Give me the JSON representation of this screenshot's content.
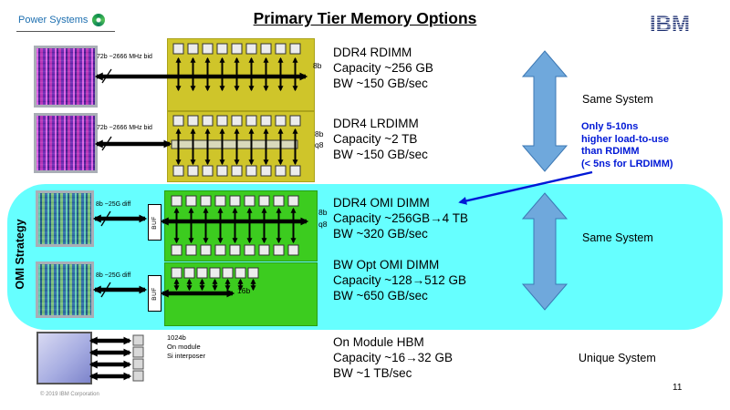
{
  "header": {
    "brand": "Power Systems",
    "title": "Primary Tier Memory Options",
    "ibm_logo_text": "IBM"
  },
  "omi": {
    "strategy_label": "OMI Strategy"
  },
  "rows": [
    {
      "name": "DDR4 RDIMM",
      "capacity": "Capacity ~256 GB",
      "bandwidth": "BW ~150 GB/sec",
      "link_label": "72b ~2666 MHz bid",
      "width_labels": [
        "8b"
      ]
    },
    {
      "name": "DDR4 LRDIMM",
      "capacity": "Capacity ~2 TB",
      "bandwidth": "BW ~150 GB/sec",
      "link_label": "72b ~2666 MHz bid",
      "width_labels": [
        "8b",
        "q8"
      ]
    },
    {
      "name": "DDR4 OMI DIMM",
      "capacity": "Capacity ~256GB→4 TB",
      "bandwidth": "BW ~320 GB/sec",
      "link_label": "8b ~25G diff",
      "buffer_label": "BUF",
      "width_labels": [
        "8b",
        "q8"
      ]
    },
    {
      "name": "BW Opt OMI DIMM",
      "capacity": "Capacity ~128→512 GB",
      "bandwidth": "BW ~650 GB/sec",
      "link_label": "8b ~25G diff",
      "buffer_label": "BUF",
      "width_labels": [
        "16b"
      ]
    },
    {
      "name": "On Module HBM",
      "capacity": "Capacity ~16→32 GB",
      "bandwidth": "BW ~1 TB/sec",
      "link_label_lines": [
        "1024b",
        "On module",
        "Si interposer"
      ]
    }
  ],
  "annotations": {
    "same_system_top": "Same System",
    "same_system_bottom": "Same System",
    "unique_system": "Unique System",
    "latency_note_lines": [
      "Only 5-10ns",
      "higher load-to-use",
      "than RDIMM",
      "(< 5ns for LRDIMM)"
    ]
  },
  "footer": {
    "copyright": "© 2019 IBM Corporation",
    "page_number": "11"
  },
  "colors": {
    "rdimm_block": "#cfc52a",
    "omi_block": "#3ccc1f",
    "omi_region": "#66ffff",
    "system_arrow": "#6fa8dc",
    "note_text": "#0018d6"
  }
}
